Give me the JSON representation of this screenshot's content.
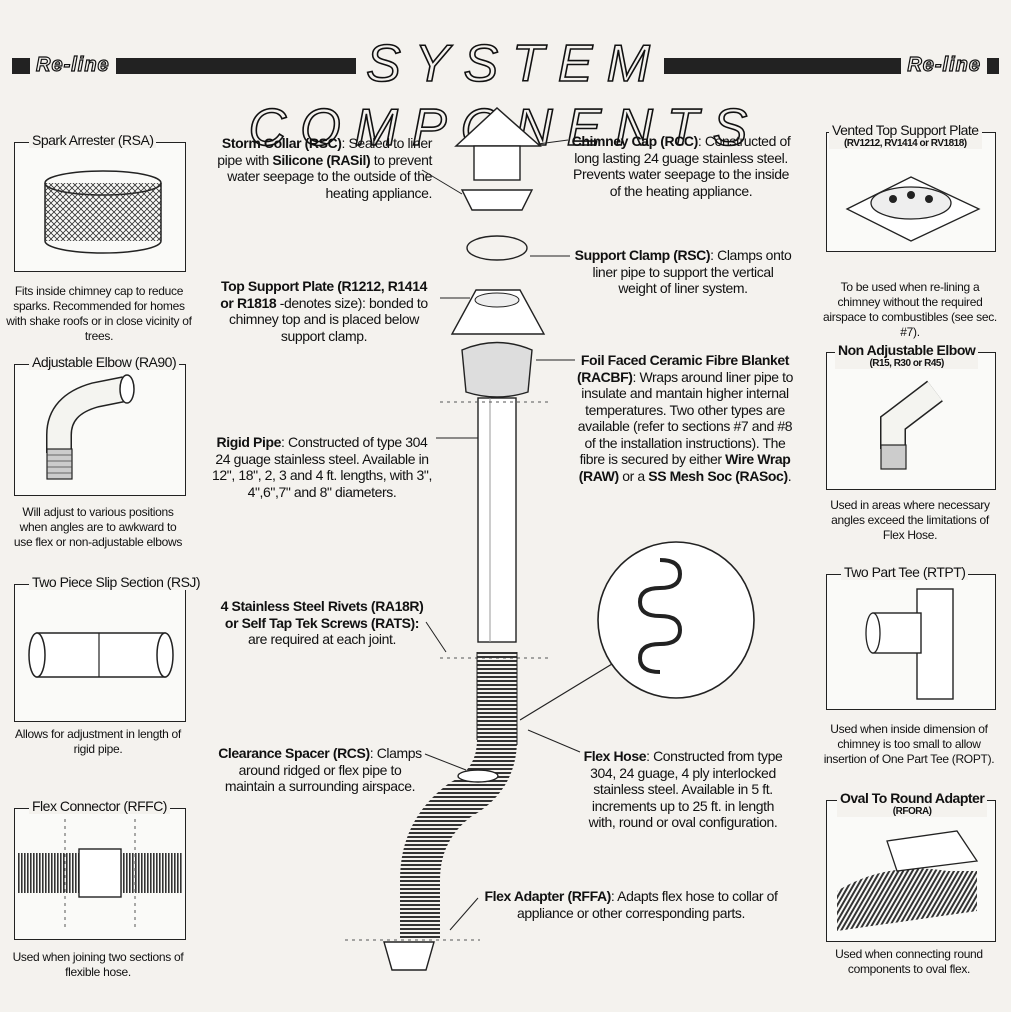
{
  "header": {
    "title": "SYSTEM COMPONENTS",
    "logo_left": "Re-line",
    "logo_right": "Re-line"
  },
  "left": [
    {
      "id": "spark",
      "label": "Spark Arrester (RSA)",
      "caption": "Fits inside chimney cap to reduce sparks. Recommended for homes with shake roofs or in close vicinity of trees."
    },
    {
      "id": "elbow",
      "label": "Adjustable Elbow (RA90)",
      "caption": "Will adjust to various positions when angles are to awkward to use flex or non-adjustable elbows"
    },
    {
      "id": "slip",
      "label": "Two Piece Slip Section (RSJ)",
      "caption": "Allows for adjustment in length of rigid pipe."
    },
    {
      "id": "flexconn",
      "label": "Flex Connector (RFFC)",
      "caption": "Used when joining two sections of flexible hose."
    }
  ],
  "right": [
    {
      "id": "vented",
      "label": "Vented Top Support Plate",
      "sub": "(RV1212, RV1414 or RV1818)",
      "caption": "To be used when re-lining a chimney without the required airspace to combustibles (see sec. #7)."
    },
    {
      "id": "nonadj",
      "label": "Non Adjustable Elbow",
      "sub": "(R15, R30 or R45)",
      "caption": "Used in areas where necessary angles exceed the limitations of Flex Hose."
    },
    {
      "id": "tee",
      "label": "Two Part Tee (RTPT)",
      "caption": "Used when inside dimension of chimney is too small to allow insertion of One Part Tee (ROPT)."
    },
    {
      "id": "oval",
      "label": "Oval To Round Adapter",
      "sub": "(RFORA)",
      "caption": "Used when connecting round components to oval flex."
    }
  ],
  "center_left": {
    "storm": {
      "name": "Storm Collar (RSC)",
      "t1": ": Sealed to liner pipe with ",
      "bold2": "Silicone (RASil)",
      "t2": " to prevent water seepage to the outside of the heating appliance."
    },
    "topplate": {
      "name": "Top Support Plate (R1212, R1414 or R1818",
      "t1": " -denotes size): bonded to chimney top and is placed below support clamp."
    },
    "rigid": {
      "name": "Rigid Pipe",
      "t1": ": Constructed of type 304 24 guage stainless steel. Available in 12\", 18\", 2, 3 and 4 ft. lengths, with 3\", 4\",6\",7\" and 8\" diameters."
    },
    "rivets": {
      "name": "4 Stainless Steel Rivets (RA18R) or Self Tap Tek Screws (RATS):",
      "t1": " are required at each joint."
    },
    "spacer": {
      "name": "Clearance Spacer (RCS)",
      "t1": ": Clamps around ridged or flex pipe to maintain a surrounding airspace."
    }
  },
  "center_right": {
    "cap": {
      "name": "Chimney Cap (RCC)",
      "t1": ": Constructed of long lasting 24 guage stainless steel. Prevents water seepage to the inside of the heating appliance."
    },
    "clamp": {
      "name": "Support Clamp (RSC)",
      "t1": ": Clamps onto liner pipe to support the vertical weight of liner system."
    },
    "blanket": {
      "name": "Foil Faced Ceramic Fibre Blanket (RACBF)",
      "t1": ": Wraps around liner pipe to insulate and mantain higher internal temperatures. Two other types are available (refer to sections #7 and #8 of the installation instructions). The fibre is secured by either ",
      "bold2": "Wire Wrap (RAW)",
      "t2": " or a ",
      "bold3": "SS Mesh Soc (RASoc)",
      "t3": "."
    },
    "flex": {
      "name": "Flex Hose",
      "t1": ": Constructed from type 304, 24 guage, 4 ply interlocked stainless steel. Available in 5 ft. increments up to 25 ft. in length with, round or oval configuration."
    },
    "adapter": {
      "name": "Flex Adapter (RFFA)",
      "t1": ": Adapts flex hose to collar of appliance or other corresponding parts."
    }
  }
}
